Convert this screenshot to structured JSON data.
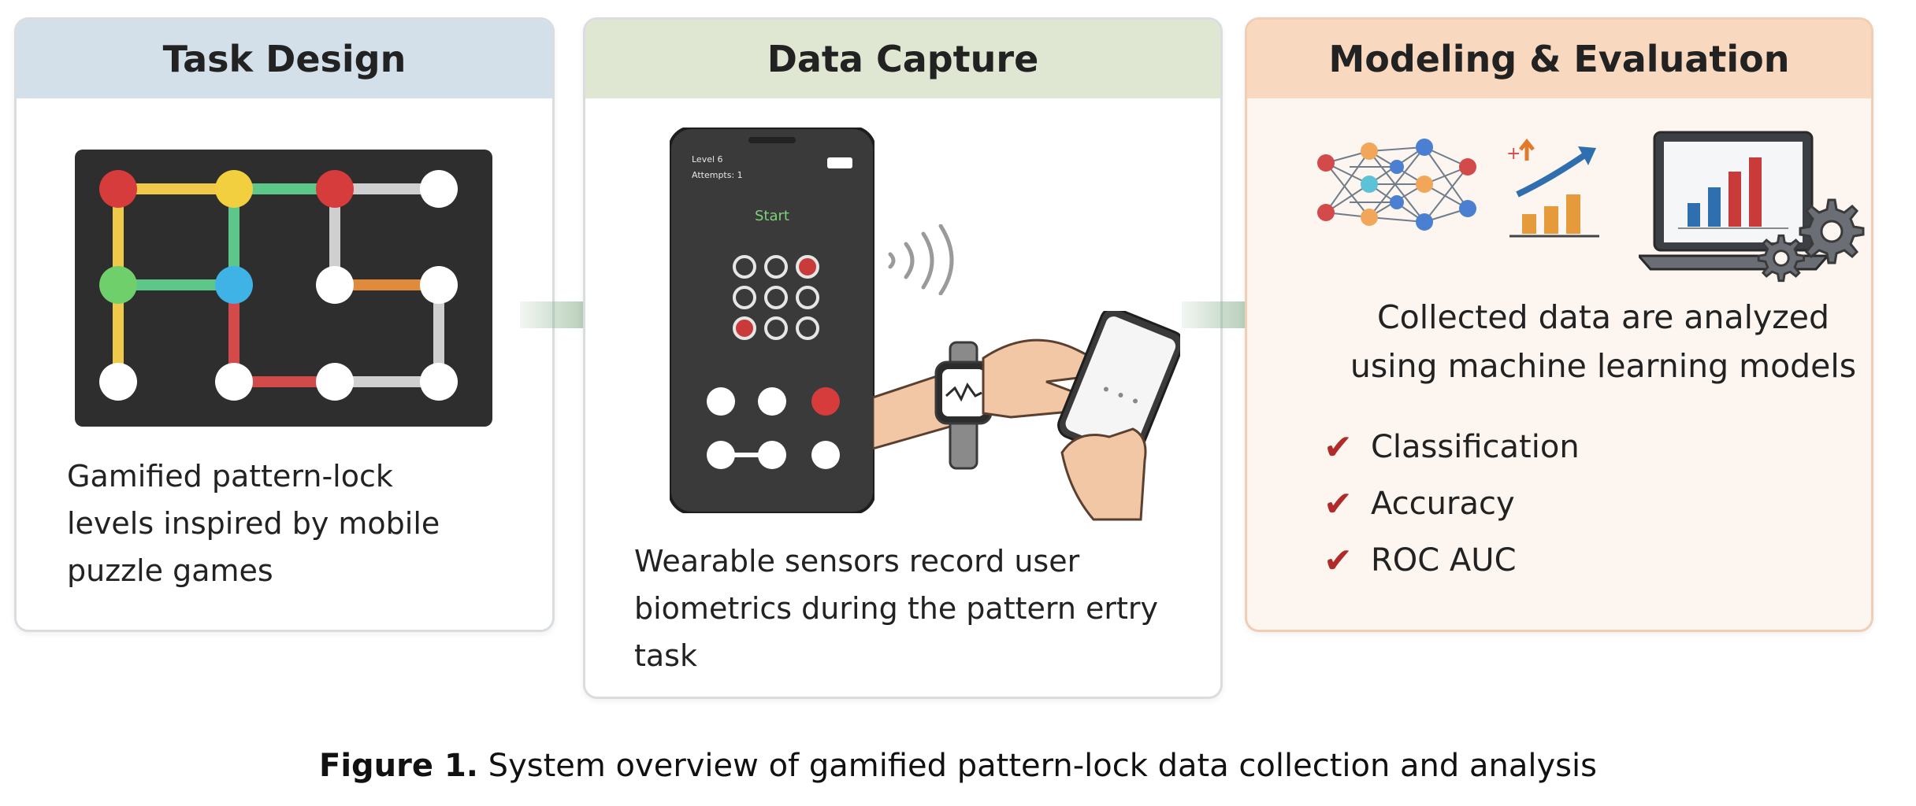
{
  "panels": {
    "task_design": {
      "title": "Task Design",
      "caption_lines": [
        "Gamified pattern-lock",
        "levels inspired by mobile",
        "puzzle games"
      ]
    },
    "data_capture": {
      "title": "Data Capture",
      "phone_level": "Level 6",
      "phone_attempts": "Attempts: 1",
      "phone_start": "Start",
      "caption_lines": [
        "Wearable sensors record user",
        "biometrics during the pattern ertry",
        "task"
      ]
    },
    "modeling": {
      "title": "Modeling & Evaluation",
      "caption_lines": [
        "Collected data are analyzed",
        "using machine learning models"
      ],
      "checklist": [
        "Classification",
        "Accuracy",
        "ROC AUC"
      ]
    }
  },
  "figure_caption": {
    "label": "Figure 1.",
    "text": " System overview of gamified pattern-lock data collection and analysis"
  },
  "colors": {
    "task_header": "#d3dfe9",
    "capture_header": "#dfe7d2",
    "modeling_header": "#f8d9bf",
    "arrow": "#7fa982",
    "check": "#b02a2a"
  },
  "icons": [
    "pattern-grid-icon",
    "phone-icon",
    "smartwatch-icon",
    "hand-icon",
    "neural-network-icon",
    "growth-chart-icon",
    "laptop-chart-icon",
    "gear-icon",
    "check-icon",
    "arrow-right-icon"
  ]
}
